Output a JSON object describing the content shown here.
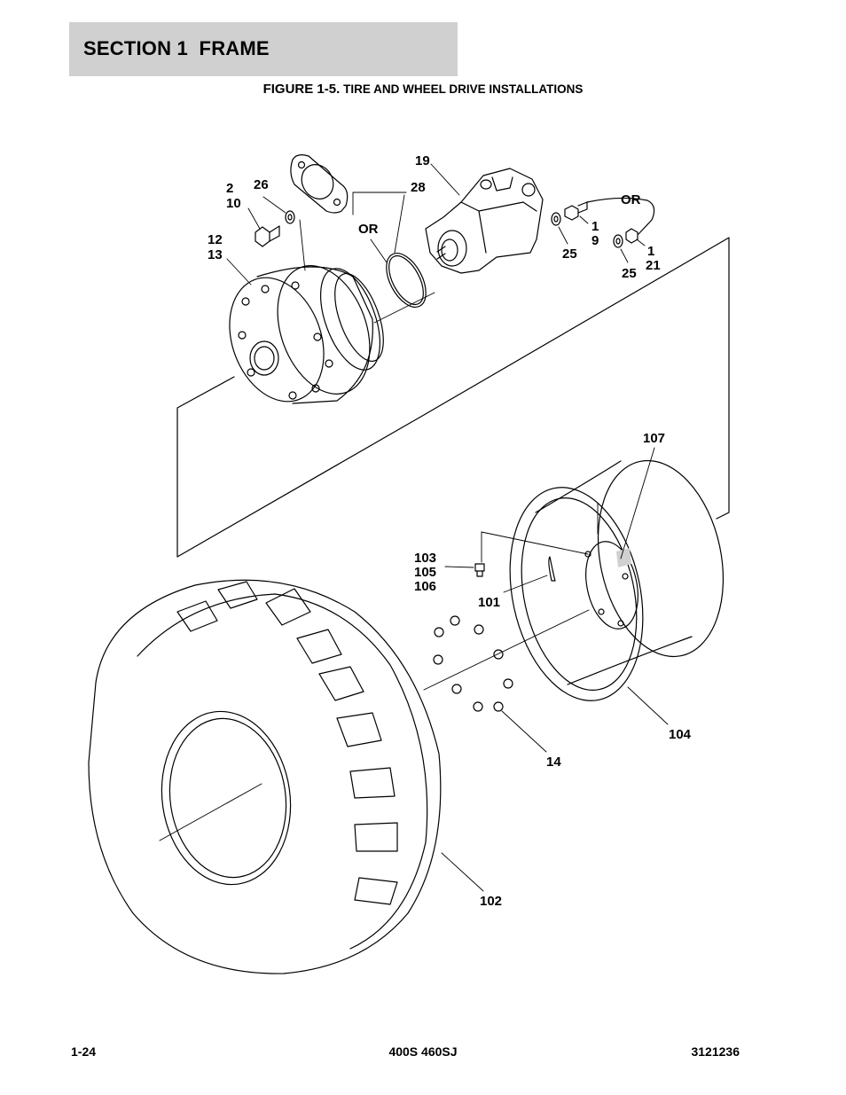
{
  "header": {
    "section_title": "SECTION 1  FRAME",
    "figure_number": "FIGURE 1-5.",
    "figure_name": "TIRE AND WHEEL DRIVE INSTALLATIONS"
  },
  "diagram": {
    "callouts": {
      "c19": "19",
      "c2": "2",
      "c10": "10",
      "c26": "26",
      "c28": "28",
      "or_upper": "OR",
      "or_lower": "OR",
      "c12": "12",
      "c13": "13",
      "c1a": "1",
      "c9": "9",
      "c25a": "25",
      "c1b": "1",
      "c21": "21",
      "c25b": "25",
      "c107": "107",
      "c103": "103",
      "c105": "105",
      "c106": "106",
      "c101": "101",
      "c104": "104",
      "c14": "14",
      "c102": "102"
    }
  },
  "footer": {
    "page": "1-24",
    "model": "400S 460SJ",
    "doc_number": "3121236"
  }
}
